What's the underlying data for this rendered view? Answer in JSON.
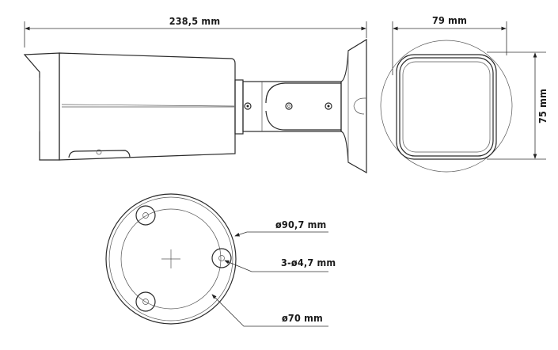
{
  "diagram": {
    "type": "dimension-drawing",
    "subject": "bullet camera",
    "views": {
      "side": {
        "length_label": "238,5 mm"
      },
      "front": {
        "width_label": "79 mm",
        "height_label": "75 mm"
      },
      "base": {
        "outer_diameter_label": "ø90,7 mm",
        "holes_label": "3-ø4,7 mm",
        "hole_circle_label": "ø70 mm"
      }
    },
    "colors": {
      "line": "#2a2a2a",
      "background": "#ffffff"
    }
  }
}
